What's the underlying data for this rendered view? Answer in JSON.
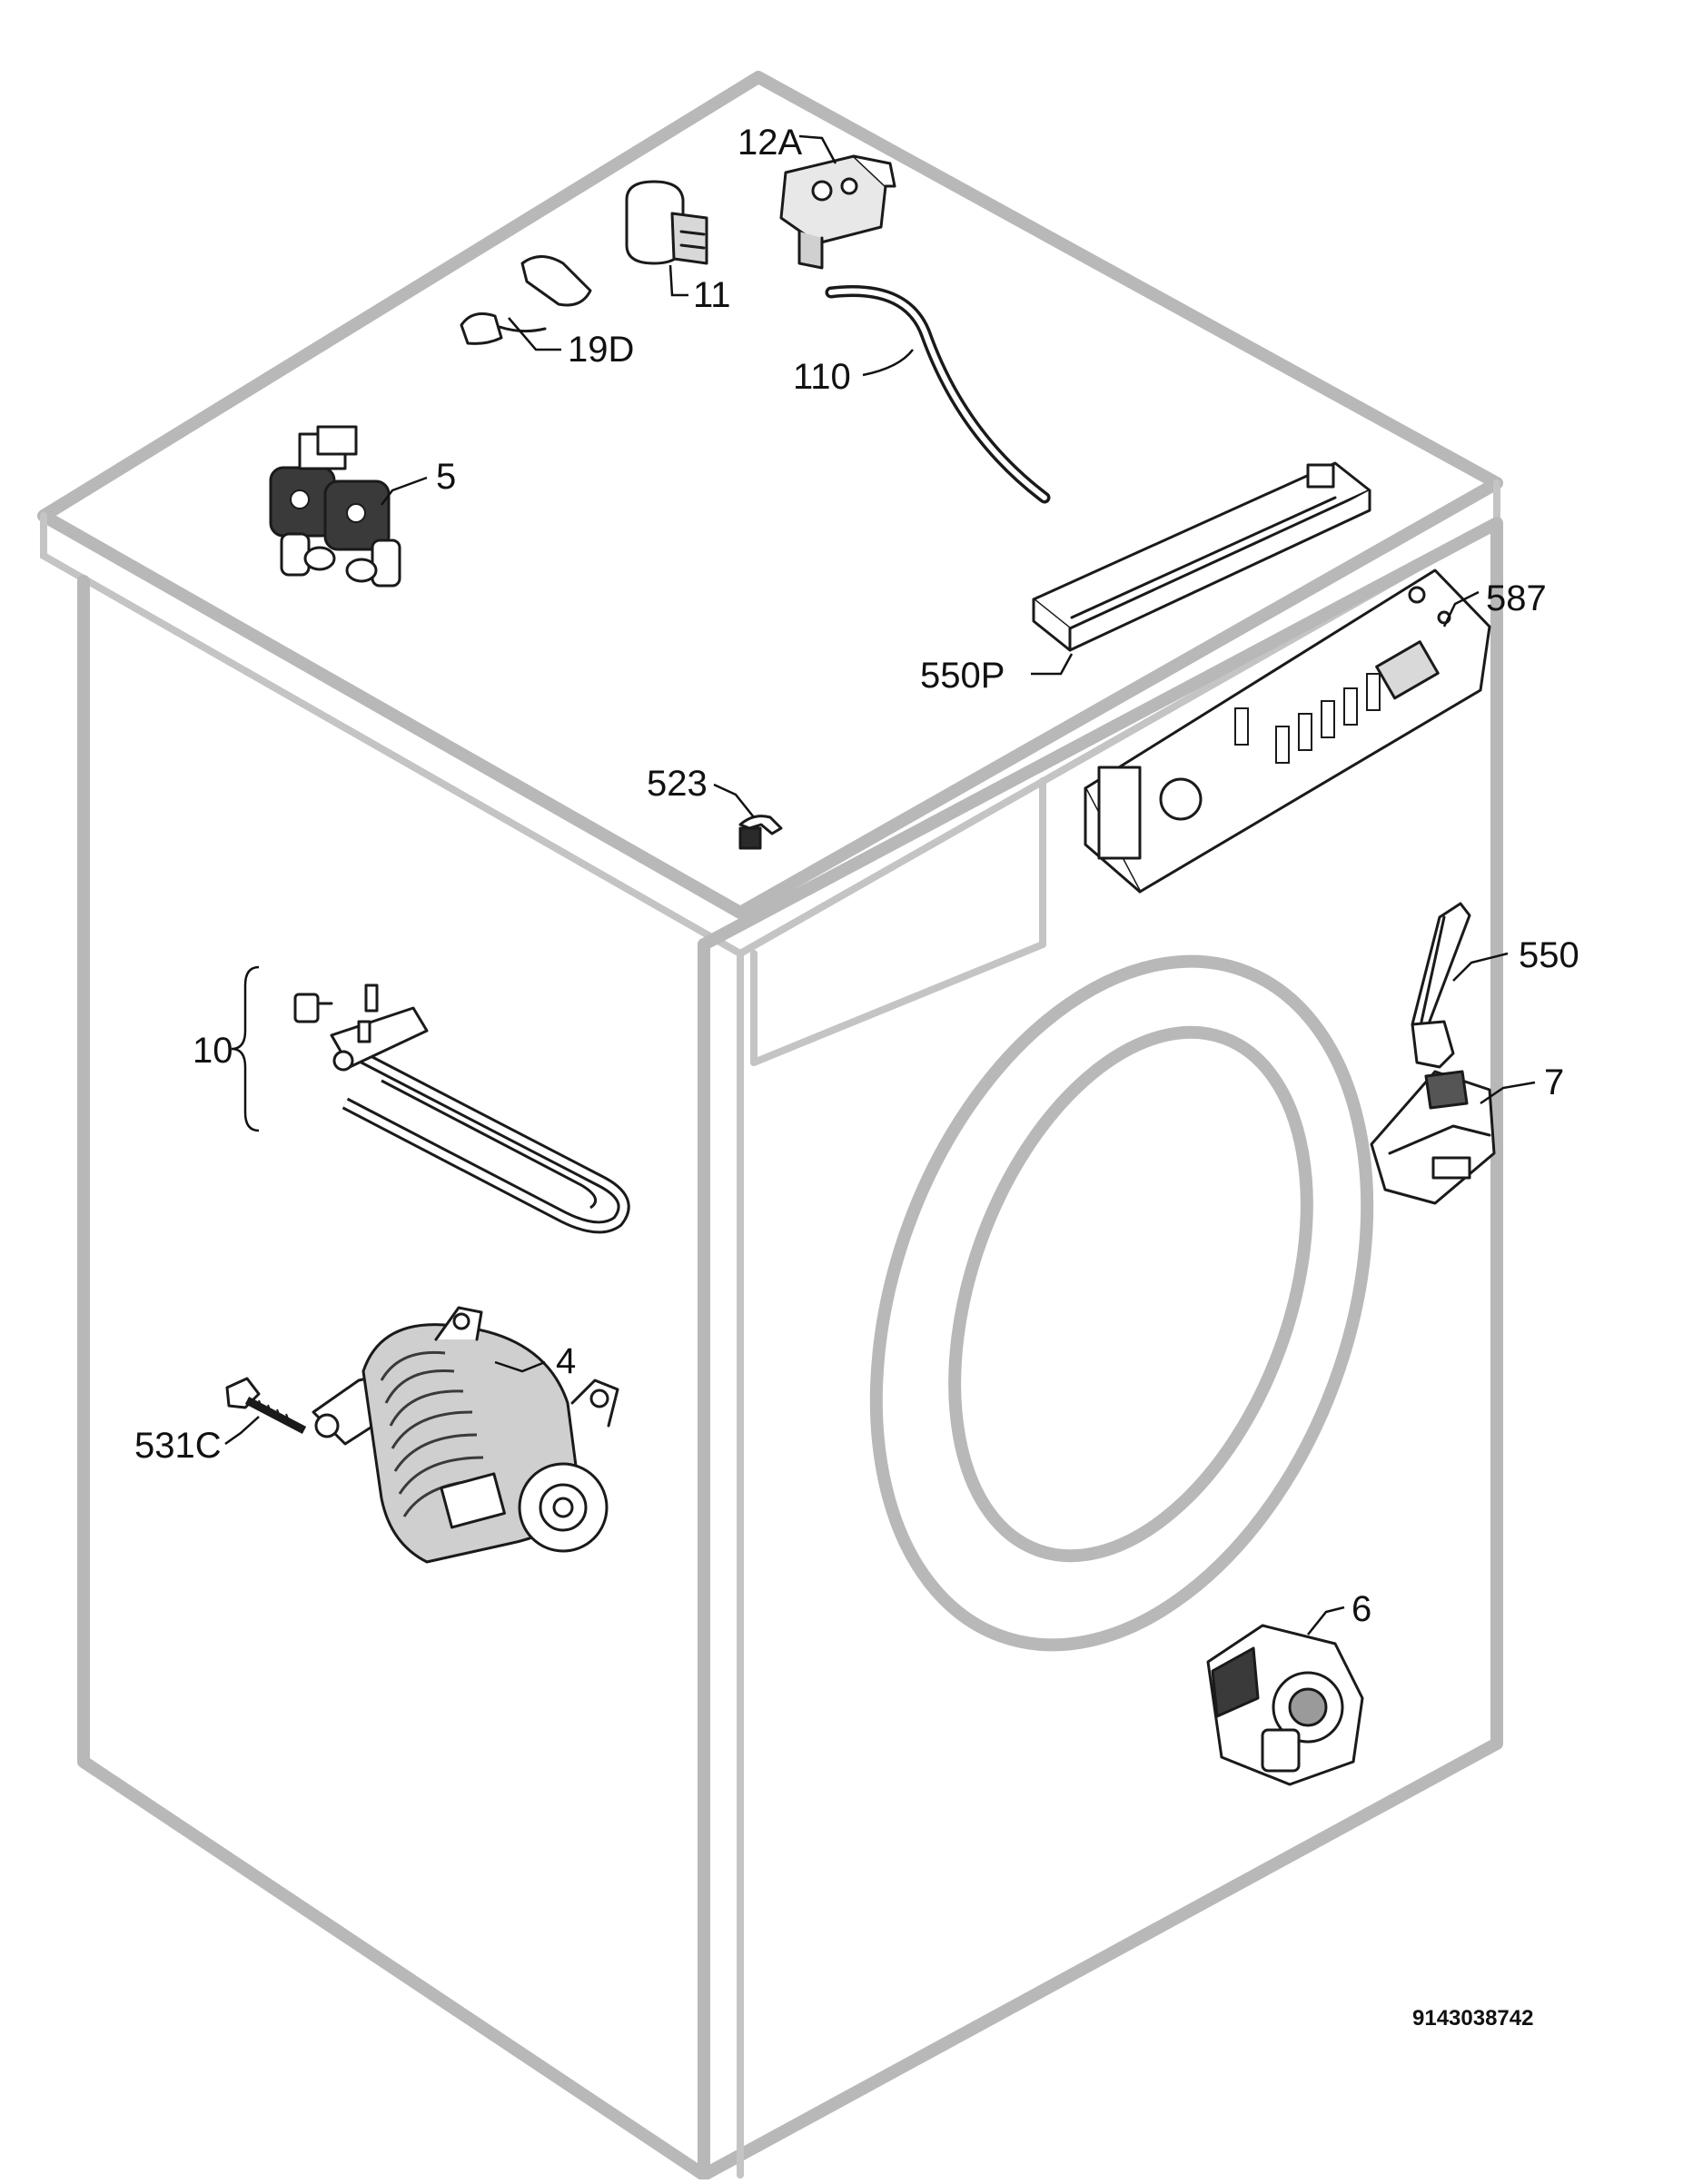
{
  "labels": {
    "valve": "5",
    "suppressor": "19D",
    "capacitor": "11",
    "pressure_switch": "12A",
    "hose": "110",
    "control_panel": "550P",
    "electronic_module": "587",
    "clip": "523",
    "heater": "10",
    "door_handle": "550",
    "door_lock": "7",
    "motor": "4",
    "bolt": "531C",
    "drain_pump": "6"
  },
  "drawing_code": "9143038742"
}
